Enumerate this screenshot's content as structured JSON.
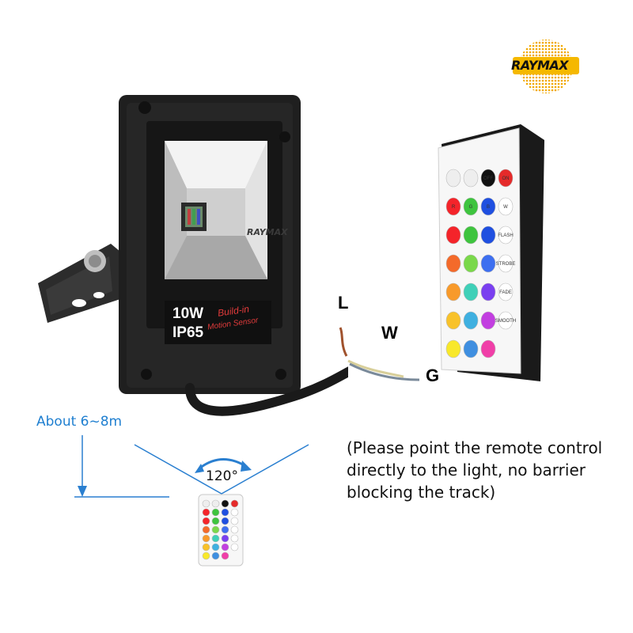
{
  "brand": {
    "logo_text": "RAYMAX",
    "watermark": "RAYMAX"
  },
  "product": {
    "spec_power": "10W",
    "spec_ip": "IP65",
    "spec_line1": "Build-in",
    "spec_line2": "Motion Sensor"
  },
  "wires": {
    "l": "L",
    "w": "W",
    "g": "G",
    "l_color": "#f08a3c",
    "w_color": "#f08a3c",
    "g_color": "#f08a3c"
  },
  "diagram": {
    "distance": "About 6~8m",
    "angle": "120°"
  },
  "note": {
    "line1": "(Please point the remote control",
    "line2": "directly to the light, no barrier",
    "line3": "blocking the track)"
  },
  "remote": {
    "off_label": "OFF",
    "on_label": "ON",
    "r_label": "R",
    "g_label": "G",
    "b_label": "B",
    "w_label": "W",
    "side_labels": [
      "FLASH",
      "STROBE",
      "FADE",
      "SMOOTH"
    ],
    "key_colors": [
      [
        "#f4242a",
        "#3ec43e",
        "#1f4fe0"
      ],
      [
        "#f46a2a",
        "#7ad84a",
        "#3d6ff0"
      ],
      [
        "#f89a2a",
        "#3fd0b8",
        "#7a3ff0"
      ],
      [
        "#f8c22a",
        "#3fb0e0",
        "#c23fe0"
      ],
      [
        "#f8e82a",
        "#3f8fe0",
        "#f03fa8"
      ]
    ]
  }
}
